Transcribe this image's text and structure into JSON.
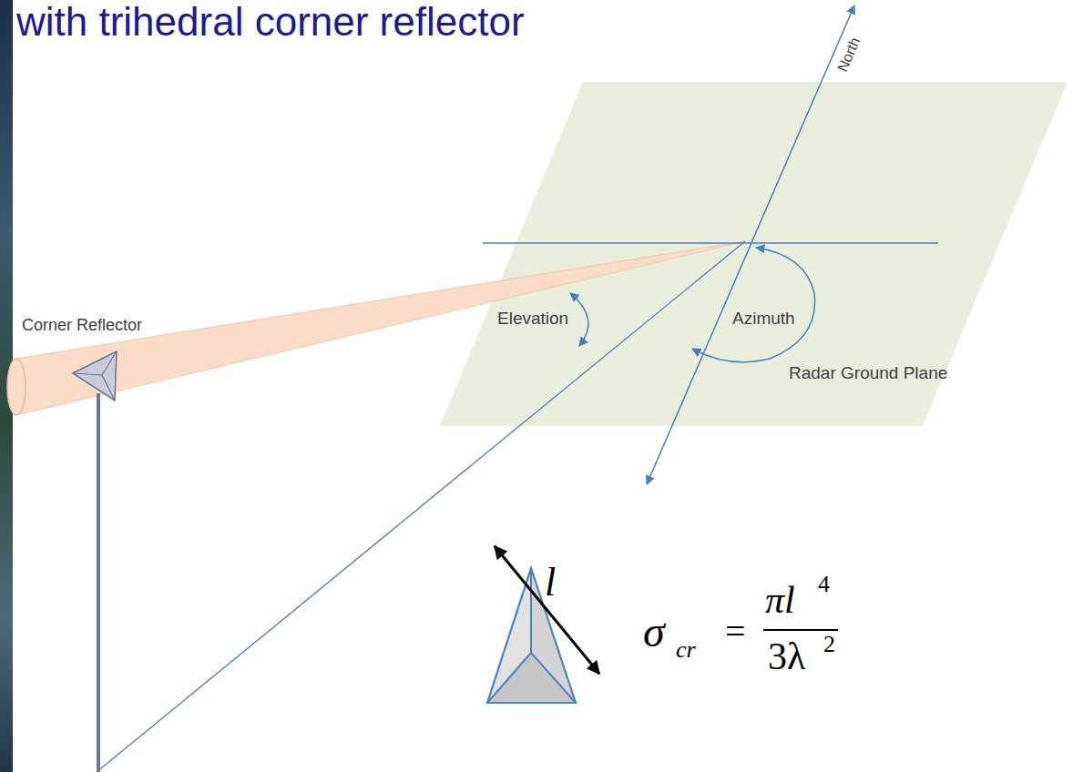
{
  "diagram": {
    "title": "with trihedral corner reflector",
    "labels": [
      "North",
      "Corner Reflector",
      "Elevation",
      "Azimuth",
      "Radar Ground Plane",
      "l",
      "σ",
      "cr",
      "=",
      "πl",
      "4",
      "3λ",
      "2"
    ]
  }
}
